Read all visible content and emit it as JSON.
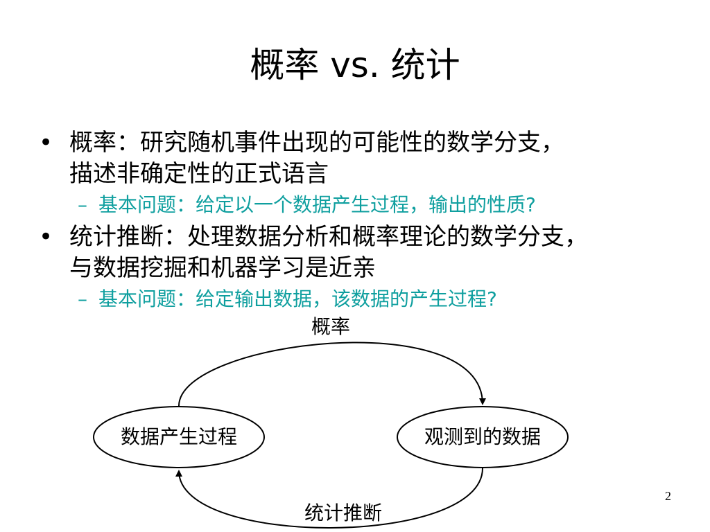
{
  "slide": {
    "title": "概率 vs. 统计",
    "bullets": [
      {
        "lines": [
          "概率：研究随机事件出现的可能性的数学分支，",
          "描述非确定性的正式语言"
        ],
        "sub": "基本问题：给定以一个数据产生过程，输出的性质?"
      },
      {
        "lines": [
          "统计推断：处理数据分析和概率理论的数学分支，",
          "与数据挖掘和机器学习是近亲"
        ],
        "sub": "基本问题：给定输出数据，该数据的产生过程?"
      }
    ],
    "bullet_symbol": "•",
    "sub_symbol": "–",
    "accent_color": "#0f9f9f",
    "page_number": "2"
  },
  "diagram": {
    "node_left": "数据产生过程",
    "node_right": "观测到的数据",
    "edge_top": "概率",
    "edge_bottom": "统计推断"
  }
}
